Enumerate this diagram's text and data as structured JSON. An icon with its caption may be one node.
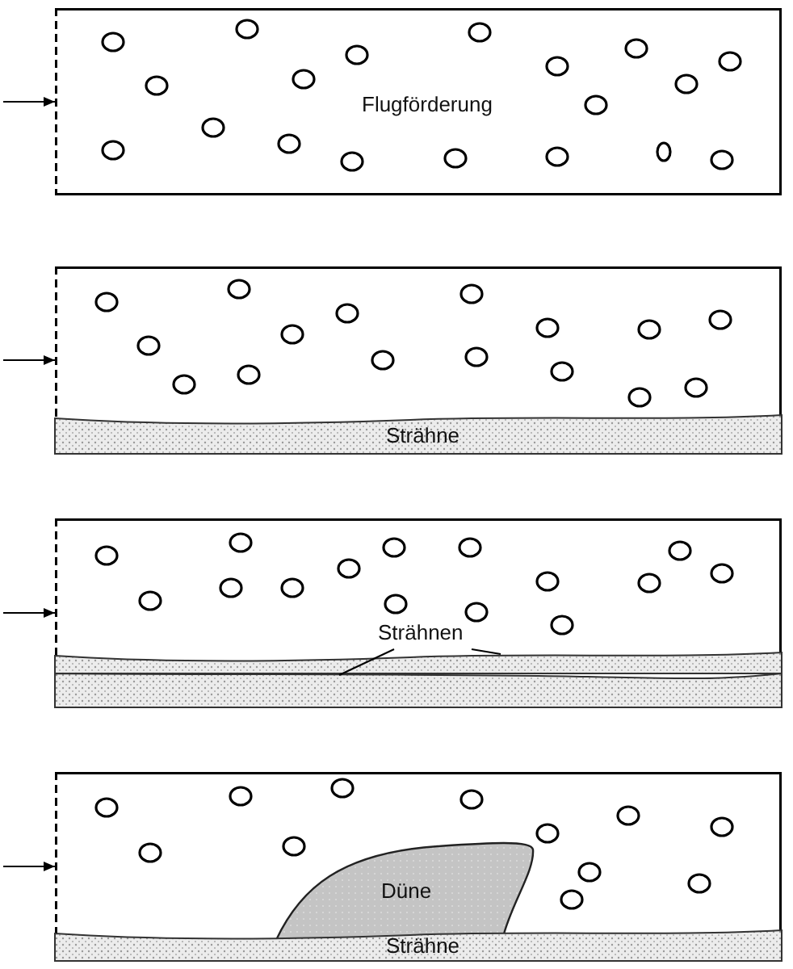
{
  "diagram": {
    "nodes": [
      {
        "text": [
          "Flugförderung"
        ]
      },
      {
        "text": [],
        "shape": "box"
      },
      {
        "text": [
          "Strähne"
        ],
        "in": 1
      },
      {
        "text": [],
        "shape": "box"
      },
      {
        "text": [
          "Strähnen"
        ],
        "in": 3
      },
      {
        "text": [],
        "shape": "band",
        "in": 3
      },
      {
        "text": [],
        "shape": "band",
        "in": 3
      },
      {
        "text": [],
        "shape": "box"
      },
      {
        "text": [
          "Düne"
        ],
        "in": 7
      },
      {
        "text": [
          "Strähne"
        ],
        "in": 7
      }
    ],
    "edges": [
      {
        "from": null,
        "to": 0,
        "arrow": "to"
      },
      {
        "from": null,
        "to": 1,
        "arrow": "to"
      },
      {
        "from": null,
        "to": 3,
        "arrow": "to"
      },
      {
        "from": 4,
        "to": 6,
        "arrow": "none"
      },
      {
        "from": 4,
        "to": 5,
        "arrow": "none"
      },
      {
        "from": null,
        "to": 7,
        "arrow": "to"
      }
    ]
  }
}
